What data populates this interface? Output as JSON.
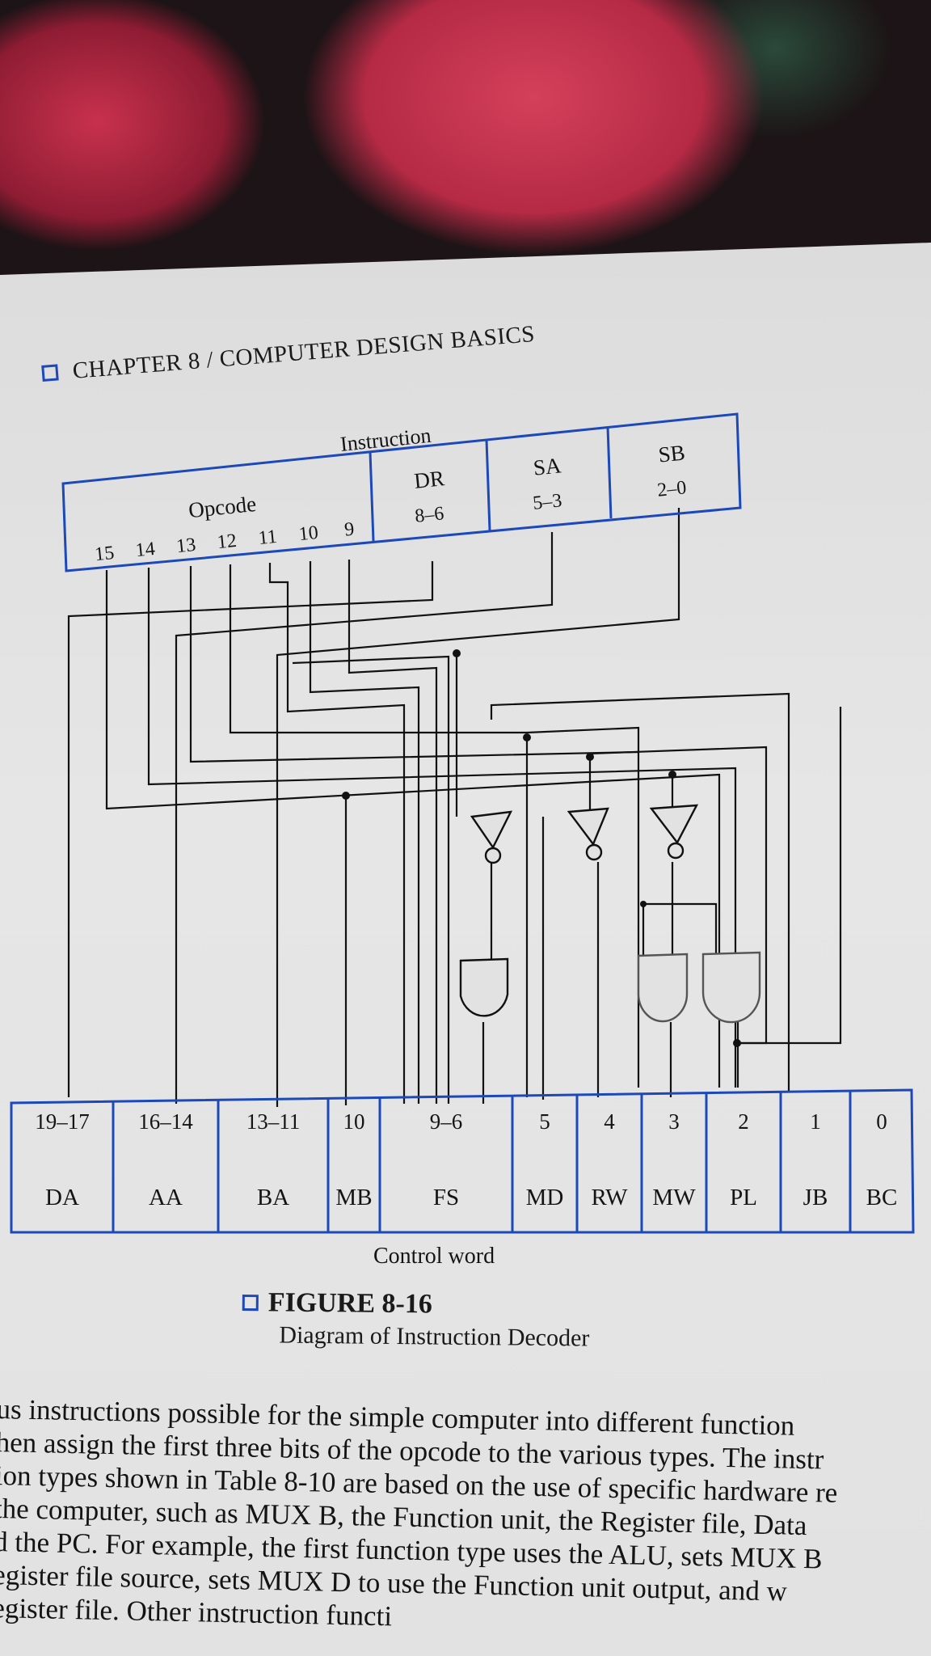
{
  "header": {
    "chapter_title": "CHAPTER 8 / COMPUTER DESIGN BASICS"
  },
  "diagram": {
    "instruction_label": "Instruction",
    "instruction_fields": [
      {
        "name": "Opcode",
        "bits": ""
      },
      {
        "name": "DR",
        "bits": "8–6"
      },
      {
        "name": "SA",
        "bits": "5–3"
      },
      {
        "name": "SB",
        "bits": "2–0"
      }
    ],
    "opcode_bits": [
      "15",
      "14",
      "13",
      "12",
      "11",
      "10",
      "9"
    ],
    "control_word_label": "Control word",
    "control_fields": [
      {
        "bits": "19–17",
        "name": "DA"
      },
      {
        "bits": "16–14",
        "name": "AA"
      },
      {
        "bits": "13–11",
        "name": "BA"
      },
      {
        "bits": "10",
        "name": "MB"
      },
      {
        "bits": "9–6",
        "name": "FS"
      },
      {
        "bits": "5",
        "name": "MD"
      },
      {
        "bits": "4",
        "name": "RW"
      },
      {
        "bits": "3",
        "name": "MW"
      },
      {
        "bits": "2",
        "name": "PL"
      },
      {
        "bits": "1",
        "name": "JB"
      },
      {
        "bits": "0",
        "name": "BC"
      }
    ],
    "colors": {
      "box_border": "#1d49b8",
      "wire": "#111111"
    }
  },
  "figure": {
    "number": "FIGURE 8-16",
    "caption": "Diagram of Instruction Decoder"
  },
  "body_text": [
    "us instructions possible for the simple computer into different function",
    "hen assign the first three bits of the opcode to the various types. The instr",
    "ion types shown in Table 8-10 are based on the use of specific hardware re",
    " the computer, such as MUX B, the Function unit, the Register file, Data",
    "d the PC. For example, the first function type uses the ALU, sets MUX B",
    "egister file source, sets MUX D to use the Function unit output, and w",
    "egister file. Other instruction functi"
  ]
}
